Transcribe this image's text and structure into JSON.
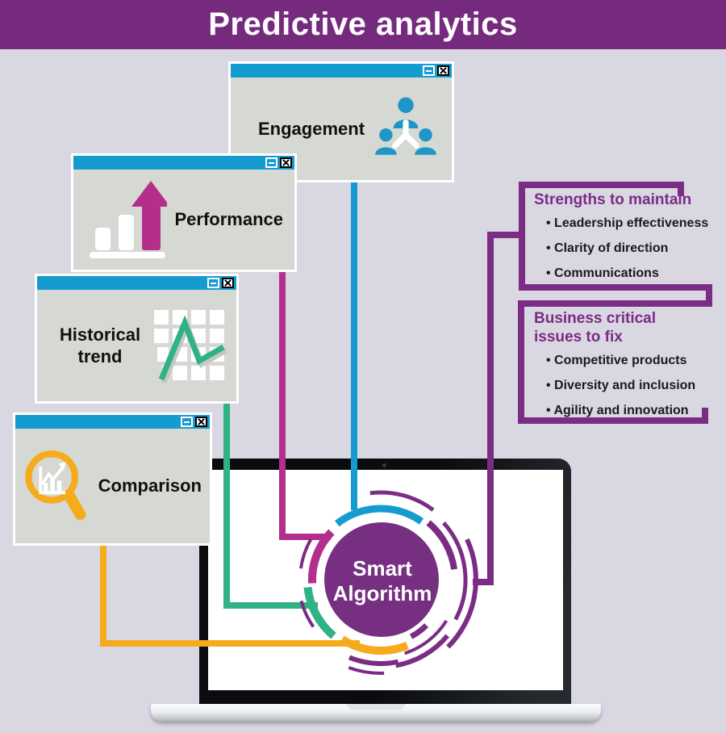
{
  "header": {
    "title": "Predictive analytics"
  },
  "windows": [
    {
      "label": "Engagement",
      "icon": "people-network-icon"
    },
    {
      "label": "Performance",
      "icon": "growth-bars-arrow-icon"
    },
    {
      "label": "Historical trend",
      "icon": "trend-line-grid-icon"
    },
    {
      "label": "Comparison",
      "icon": "magnifier-chart-icon"
    }
  ],
  "window_controls": {
    "minimize": "minimize-icon",
    "close": "close-icon"
  },
  "panels": [
    {
      "heading": "Strengths to maintain",
      "bullets": [
        "Leadership effectiveness",
        "Clarity of direction",
        "Communications"
      ]
    },
    {
      "heading": "Business critical issues to fix",
      "bullets": [
        "Competitive products",
        "Diversity and inclusion",
        "Agility and innovation"
      ]
    }
  ],
  "center": {
    "line1": "Smart",
    "line2": "Algorithm"
  },
  "colors": {
    "header_purple": "#762A7E",
    "accent_purple": "#7B2C85",
    "blue": "#149CD1",
    "magenta": "#B42F8C",
    "green": "#2FB285",
    "yellow": "#F6AB1D",
    "window_gray": "#D6D9D3",
    "background": "#D9D7E1"
  }
}
